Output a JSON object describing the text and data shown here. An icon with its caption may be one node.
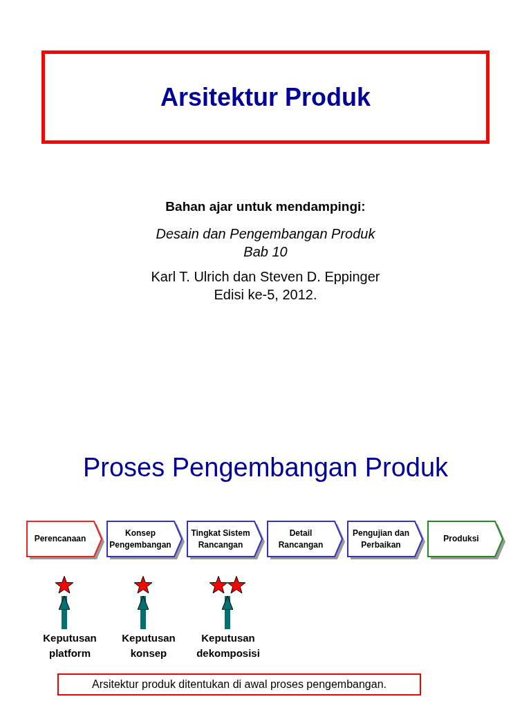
{
  "diagram": {
    "title": "Arsitektur Produk",
    "nodes": [
      {
        "text": [
          "Perencanaan"
        ]
      },
      {
        "text": [
          "Konsep Pengembangan"
        ]
      },
      {
        "text": [
          "Tingkat Sistem Rancangan"
        ]
      },
      {
        "text": [
          "Detail Rancangan"
        ]
      },
      {
        "text": [
          "Pengujian dan Perbaikan"
        ]
      },
      {
        "text": [
          "Produksi"
        ]
      },
      {
        "text": [],
        "shape": "star"
      },
      {
        "text": [],
        "shape": "star"
      },
      {
        "text": [],
        "shape": "star"
      },
      {
        "text": [],
        "shape": "star"
      },
      {
        "text": [
          "Keputusan platform"
        ]
      },
      {
        "text": [
          "Keputusan konsep"
        ]
      },
      {
        "text": [
          "Keputusan dekomposisi"
        ]
      },
      {
        "text": [
          "Arsitektur produk ditentukan di awal proses pengembangan."
        ]
      }
    ],
    "edges": [
      {
        "from": 10,
        "to": 6,
        "arrow": "to"
      },
      {
        "from": 11,
        "to": 7,
        "arrow": "to"
      },
      {
        "from": 12,
        "to": 8,
        "arrow": "to"
      },
      {
        "from": 12,
        "to": 9,
        "arrow": "to"
      }
    ],
    "labels": [
      "Bahan ajar untuk mendampingi:",
      "Desain dan Pengembangan Produk Bab 10",
      "Karl T. Ulrich dan Steven D. Eppinger Edisi ke-5, 2012.",
      "Proses Pengembangan Produk"
    ]
  }
}
